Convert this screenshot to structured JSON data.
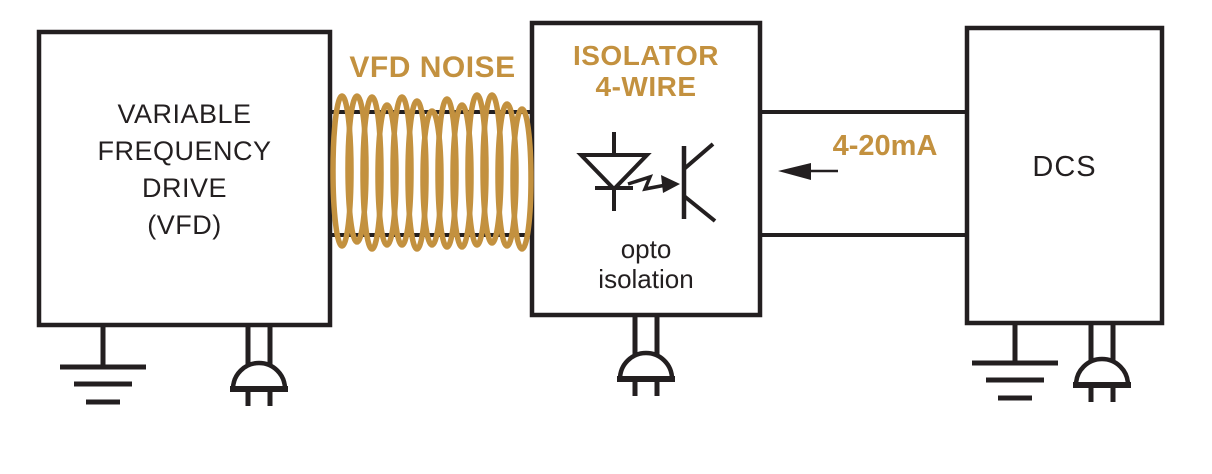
{
  "colors": {
    "accent": "#C3913F",
    "line": "#231F20",
    "background": "#FFFFFF"
  },
  "blocks": {
    "vfd": {
      "line1": "VARIABLE",
      "line2": "FREQUENCY",
      "line3": "DRIVE",
      "line4": "(VFD)"
    },
    "isolator": {
      "title1": "ISOLATOR",
      "title2": "4-WIRE",
      "caption1": "opto",
      "caption2": "isolation"
    },
    "dcs": {
      "label": "DCS"
    }
  },
  "annotations": {
    "noise_label": "VFD NOISE",
    "signal_label": "4-20mA",
    "signal_direction": "left"
  }
}
